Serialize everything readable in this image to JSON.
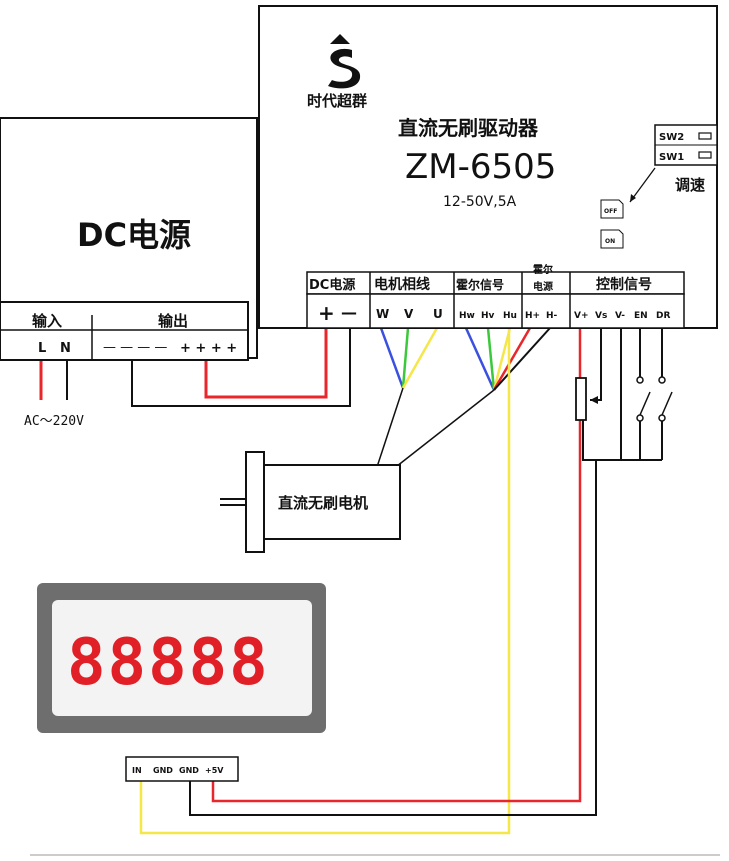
{
  "driver": {
    "brand": "时代超群",
    "title": "直流无刷驱动器",
    "model": "ZM-6505",
    "spec": "12-50V,5A",
    "sw2": "SW2",
    "sw1": "SW1",
    "speed_label": "调速",
    "off_label": "OFF",
    "on_label": "ON",
    "groups": {
      "dc_power": "DC电源",
      "motor_phase": "电机相线",
      "hall_signal": "霍尔信号",
      "hall_power_line1": "霍尔",
      "hall_power_line2": "电源",
      "control_signal": "控制信号"
    },
    "terminals": {
      "plus": "+",
      "minus": "—",
      "w": "W",
      "v": "V",
      "u": "U",
      "hw": "Hw",
      "hv": "Hv",
      "hu": "Hu",
      "hplus": "H+",
      "hminus": "H-",
      "vplus": "V+",
      "vs": "Vs",
      "vminus": "V-",
      "en": "EN",
      "dr": "DR"
    }
  },
  "power_supply": {
    "title": "DC电源",
    "input_label": "输入",
    "output_label": "输出",
    "l": "L",
    "n": "N",
    "out_minus": "— — — —",
    "out_plus": "+ + + +",
    "ac_label": "AC～220V"
  },
  "motor": {
    "label": "直流无刷电机"
  },
  "display": {
    "digits": "88888",
    "terminal_in": "IN",
    "terminal_gnd1": "GND",
    "terminal_gnd2": "GND",
    "terminal_5v": "+5V"
  },
  "colors": {
    "red": "#e8262b",
    "yellow": "#f5e64a",
    "green": "#3cc83c",
    "blue": "#3a50e0",
    "black": "#111111",
    "display_digit": "#e11f26",
    "display_frame": "#6e6e6e"
  }
}
